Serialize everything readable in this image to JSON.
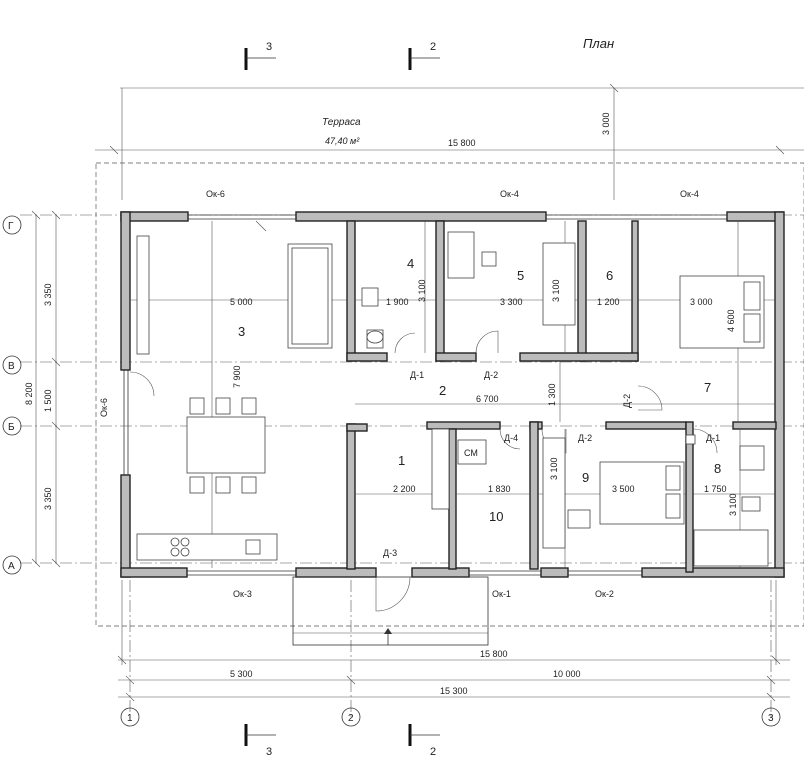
{
  "title": "План",
  "terrace": {
    "name": "Терраса",
    "area": "47,40 м²"
  },
  "sections": [
    {
      "id": "3",
      "pos": "top-left"
    },
    {
      "id": "2",
      "pos": "top-mid"
    },
    {
      "id": "3",
      "pos": "bottom-left"
    },
    {
      "id": "2",
      "pos": "bottom-mid"
    }
  ],
  "axes_vertical": [
    "Г",
    "В",
    "Б",
    "А"
  ],
  "axes_horizontal": [
    "1",
    "2",
    "3"
  ],
  "rooms": [
    {
      "num": "1"
    },
    {
      "num": "2"
    },
    {
      "num": "3"
    },
    {
      "num": "4"
    },
    {
      "num": "5"
    },
    {
      "num": "6"
    },
    {
      "num": "7"
    },
    {
      "num": "8"
    },
    {
      "num": "9"
    },
    {
      "num": "10"
    }
  ],
  "windows": {
    "top_left": "Ок-6",
    "top_mid": "Ок-4",
    "top_right": "Ок-4",
    "left": "Ок-6",
    "bottom_left": "Ок-3",
    "bottom_mid": "Ок-1",
    "bottom_right": "Ок-2"
  },
  "doors": {
    "d1_left": "Д-1",
    "d2_left": "Д-2",
    "d2_vert": "Д-2",
    "d4": "Д-4",
    "d2_mid": "Д-2",
    "d1_right": "Д-1",
    "d3": "Д-3"
  },
  "washer": "СМ",
  "dims": {
    "terrace_width": "15 800",
    "terrace_depth": "3 000",
    "bottom_total": "15 800",
    "bottom_left": "5 300",
    "bottom_right": "10 000",
    "bottom_axes": "15 300",
    "left_total": "8 200",
    "left_top": "3 350",
    "left_mid": "1 500",
    "left_bot": "3 350",
    "room3_w": "5 000",
    "room3_h": "7 900",
    "room4_w": "1 900",
    "room4_h": "3 100",
    "room5_w": "3 300",
    "room5_h": "3 100",
    "room6_w": "1 200",
    "room7_w": "3 000",
    "room7_h": "4 600",
    "corridor_w": "6 700",
    "corridor_h": "1 300",
    "room1_w": "2 200",
    "room10_w": "1 830",
    "room9_w": "3 500",
    "room9_h": "3 100",
    "room8_w": "1 750",
    "room8_h": "3 100"
  }
}
